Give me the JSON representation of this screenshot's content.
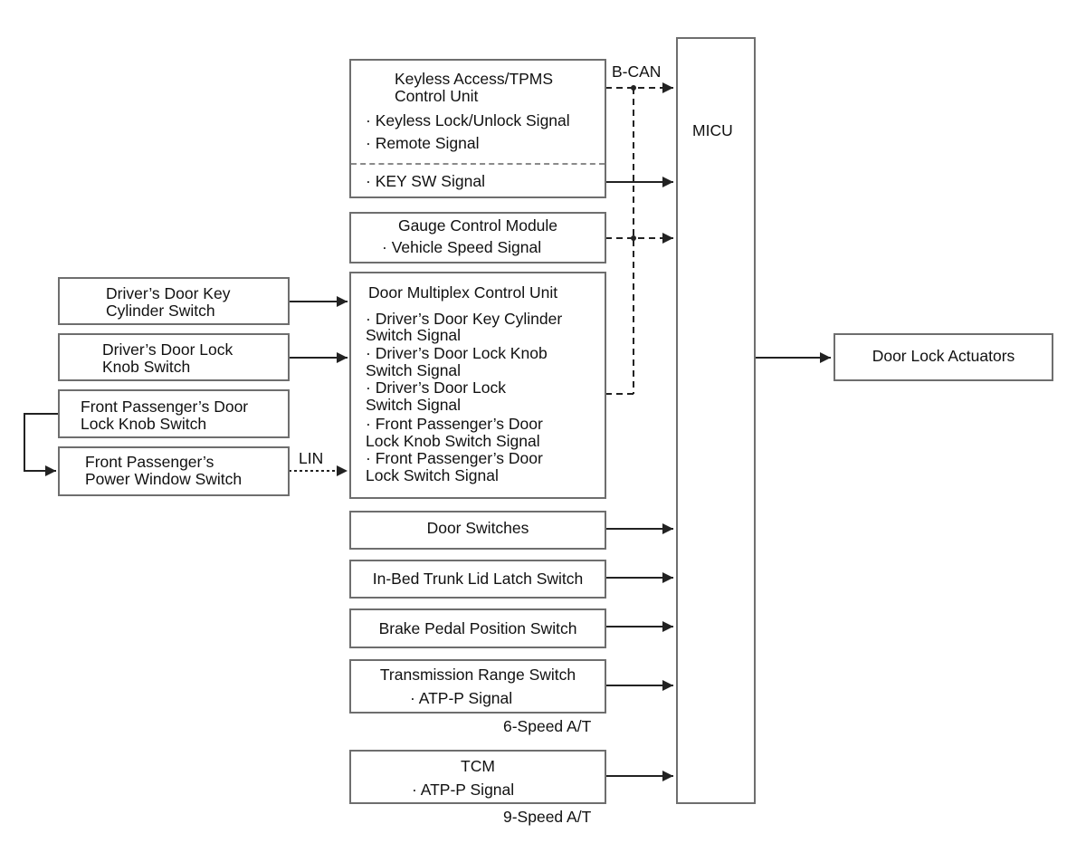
{
  "keyless": {
    "title1": "Keyless Access/TPMS",
    "title2": "Control Unit",
    "sig1": "· Keyless Lock/Unlock Signal",
    "sig2": "· Remote Signal",
    "sig3": "· KEY SW Signal"
  },
  "gauge": {
    "title": "Gauge Control Module",
    "sig1": "· Vehicle Speed Signal"
  },
  "door_mux": {
    "title": "Door Multiplex Control Unit",
    "lines": [
      "· Driver’s Door Key Cylinder",
      "Switch Signal",
      "· Driver’s Door Lock Knob",
      "Switch Signal",
      "· Driver’s Door Lock",
      "Switch Signal",
      "· Front Passenger’s Door",
      "Lock Knob Switch Signal",
      "· Front Passenger’s Door",
      "Lock Switch Signal"
    ]
  },
  "left": {
    "key_cyl": [
      "Driver’s Door Key",
      "Cylinder Switch"
    ],
    "lock_knob": [
      "Driver’s Door Lock",
      "Knob Switch"
    ],
    "fp_knob": [
      "Front Passenger’s Door",
      "Lock Knob Switch"
    ],
    "fp_window": [
      "Front Passenger’s",
      "Power Window Switch"
    ]
  },
  "bus": {
    "bcan": "B-CAN",
    "lin": "LIN"
  },
  "inputs": {
    "door_switches": "Door Switches",
    "trunk": "In-Bed Trunk Lid Latch Switch",
    "brake": "Brake Pedal Position Switch",
    "trans_title": "Transmission Range Switch",
    "trans_sig": "· ATP-P Signal",
    "trans_note": "6-Speed A/T",
    "tcm_title": "TCM",
    "tcm_sig": "· ATP-P Signal",
    "tcm_note": "9-Speed A/T"
  },
  "micu": "MICU",
  "output": "Door Lock Actuators"
}
